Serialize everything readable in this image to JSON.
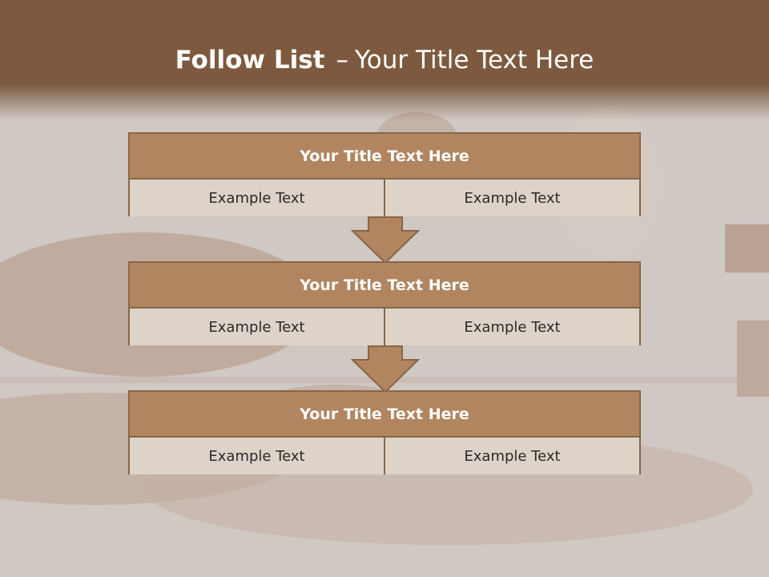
{
  "slide": {
    "title_bold": "Follow List",
    "title_dash": "–",
    "title_rest": "Your Title Text Here"
  },
  "colors": {
    "title_band": "#7d5a3f",
    "box_header": "#b08560",
    "box_border": "#8a6546",
    "box_body": "#ddd3c9",
    "arrow": "#b08560"
  },
  "steps": [
    {
      "title": "Your Title Text Here",
      "left": "Example Text",
      "right": "Example Text"
    },
    {
      "title": "Your Title Text Here",
      "left": "Example Text",
      "right": "Example Text"
    },
    {
      "title": "Your Title Text Here",
      "left": "Example Text",
      "right": "Example Text"
    }
  ],
  "connectors": [
    "down-arrow",
    "down-arrow"
  ]
}
